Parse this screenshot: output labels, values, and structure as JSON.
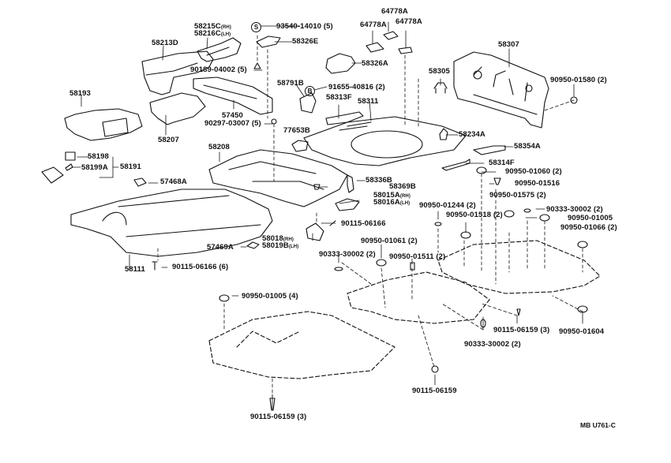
{
  "diagram": {
    "title": "Floor Pan & Lower Back Panel",
    "reference_code": "MB U761-C",
    "callouts": {
      "c93540_symbol": "S",
      "c91655_symbol": "B"
    },
    "parts": {
      "p58215C": {
        "num": "58215C",
        "sfx": "(RH)"
      },
      "p58216C": {
        "num": "58216C",
        "sfx": "(LH)"
      },
      "p93540": "93540-14010 (5)",
      "p58213D": "58213D",
      "p58326E": "58326E",
      "p64778A_1": "64778A",
      "p64778A_2": "64778A",
      "p64778A_3": "64778A",
      "p58326A": "58326A",
      "p58307": "58307",
      "p90189": "90189-04002 (5)",
      "p58305": "58305",
      "p58791B": "58791B",
      "p91655": "91655-40816 (2)",
      "p90950_01580": "90950-01580 (2)",
      "p58193": "58193",
      "p58313F": "58313F",
      "p58311": "58311",
      "p57450": "57450",
      "p90297": "90297-03007 (5)",
      "p77653B": "77653B",
      "p58207": "58207",
      "p58234A": "58234A",
      "p58208": "58208",
      "p58354A": "58354A",
      "p58198": "58198",
      "p58191": "58191",
      "p58199A": "58199A",
      "p58314F": "58314F",
      "p57468A": "57468A",
      "p58336B": "58336B",
      "p90950_01060": "90950-01060 (2)",
      "p58369B": "58369B",
      "p90950_01516": "90950-01516",
      "p58015A": {
        "num": "58015A",
        "sfx": "(RH)"
      },
      "p58016A": {
        "num": "58016A",
        "sfx": "(LH)"
      },
      "p90950_01575": "90950-01575 (2)",
      "p90950_01244": "90950-01244 (2)",
      "p90333_a": "90333-30002 (2)",
      "p90950_01518": "90950-01518 (2)",
      "p90950_01005a": "90950-01005",
      "p90115_06166a": "90115-06166",
      "p90950_01066": "90950-01066 (2)",
      "p58018": {
        "num": "58018",
        "sfx": "(RH)"
      },
      "p58019B": {
        "num": "58019B",
        "sfx": "(LH)"
      },
      "p90950_01061": "90950-01061 (2)",
      "p57469A": "57469A",
      "p90333_b": "90333-30002 (2)",
      "p90950_01511": "90950-01511 (2)",
      "p58111": "58111",
      "p90115_06166b": "90115-06166 (6)",
      "p90950_01005b": "90950-01005 (4)",
      "p90115_06159a": "90115-06159 (3)",
      "p90950_01604": "90950-01604",
      "p90333_c": "90333-30002 (2)",
      "p90115_06159b": "90115-06159",
      "p90115_06159c": "90115-06159 (3)"
    }
  }
}
